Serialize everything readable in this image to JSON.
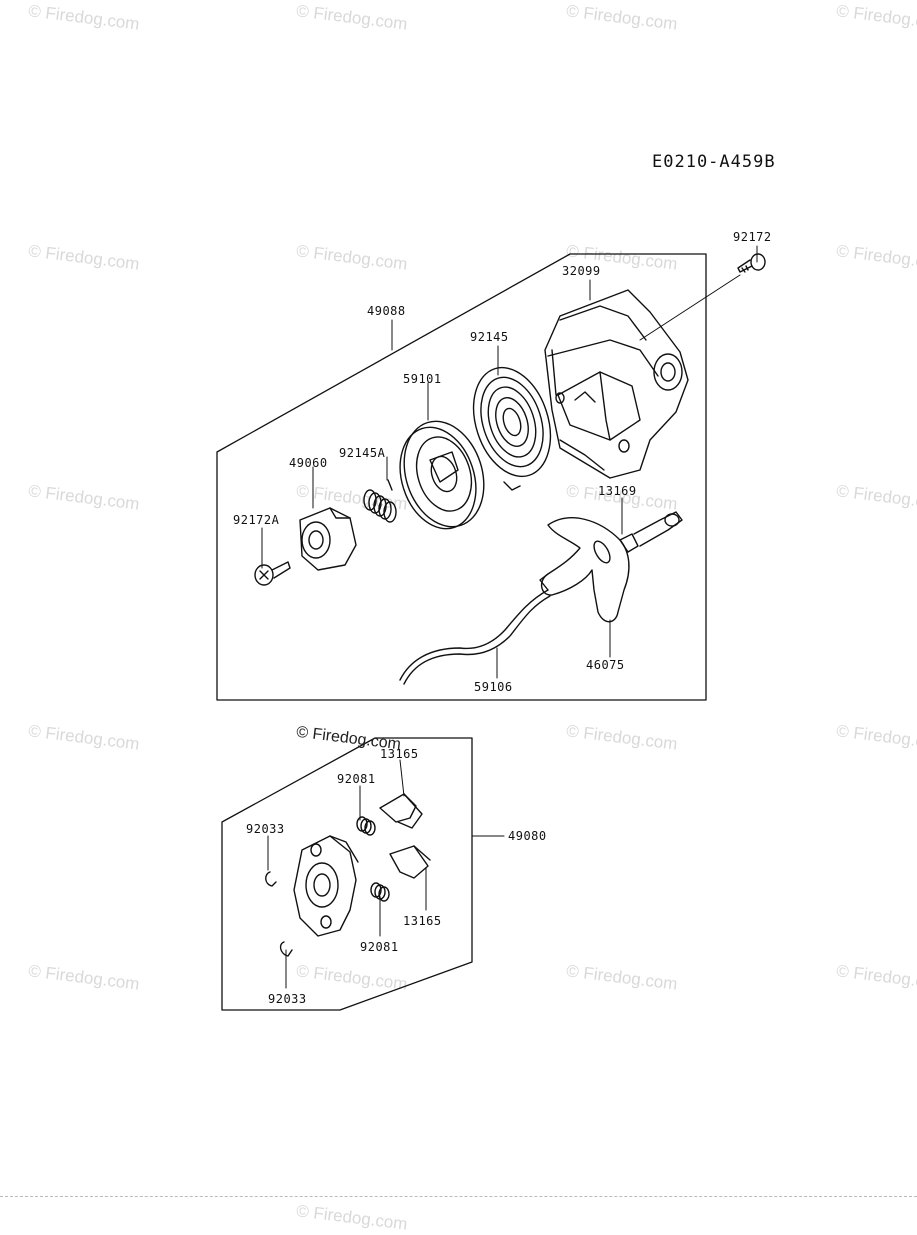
{
  "diagram_id": "E0210-A459B",
  "watermark": "© Firedog.com",
  "watermarks": [
    {
      "text": "© Firedog.com"
    },
    {
      "text": "© Firedog.com"
    },
    {
      "text": "© Firedog.com"
    },
    {
      "text": "© Firedog.com"
    },
    {
      "text": "© Firedog.com"
    },
    {
      "text": "© Firedog.com"
    },
    {
      "text": "© Firedog.com"
    },
    {
      "text": "© Firedog.com"
    },
    {
      "text": "© Firedog.com"
    },
    {
      "text": "© Firedog.com"
    },
    {
      "text": "© Firedog.com"
    },
    {
      "text": "© Firedog.com"
    },
    {
      "text": "© Firedog.com"
    },
    {
      "text": "© Firedog.com"
    },
    {
      "text": "© Firedog.com"
    },
    {
      "text": "© Firedog.com"
    },
    {
      "text": "© Firedog.com"
    },
    {
      "text": "© Firedog.com"
    },
    {
      "text": "© Firedog.com"
    },
    {
      "text": "© Firedog.com"
    }
  ],
  "copyright_mark": "© Firedog.com",
  "upper_assembly": {
    "labels": {
      "p92172": "92172",
      "p32099": "32099",
      "p49088": "49088",
      "p92145": "92145",
      "p59101": "59101",
      "p49060": "49060",
      "p92145A": "92145A",
      "p13169": "13169",
      "p92172A": "92172A",
      "p46075": "46075",
      "p59106": "59106"
    }
  },
  "lower_assembly": {
    "labels": {
      "p13165_top": "13165",
      "p92081_top": "92081",
      "p92033_top": "92033",
      "p49080": "49080",
      "p13165_bottom": "13165",
      "p92081_bottom": "92081",
      "p92033_bottom": "92033"
    }
  }
}
